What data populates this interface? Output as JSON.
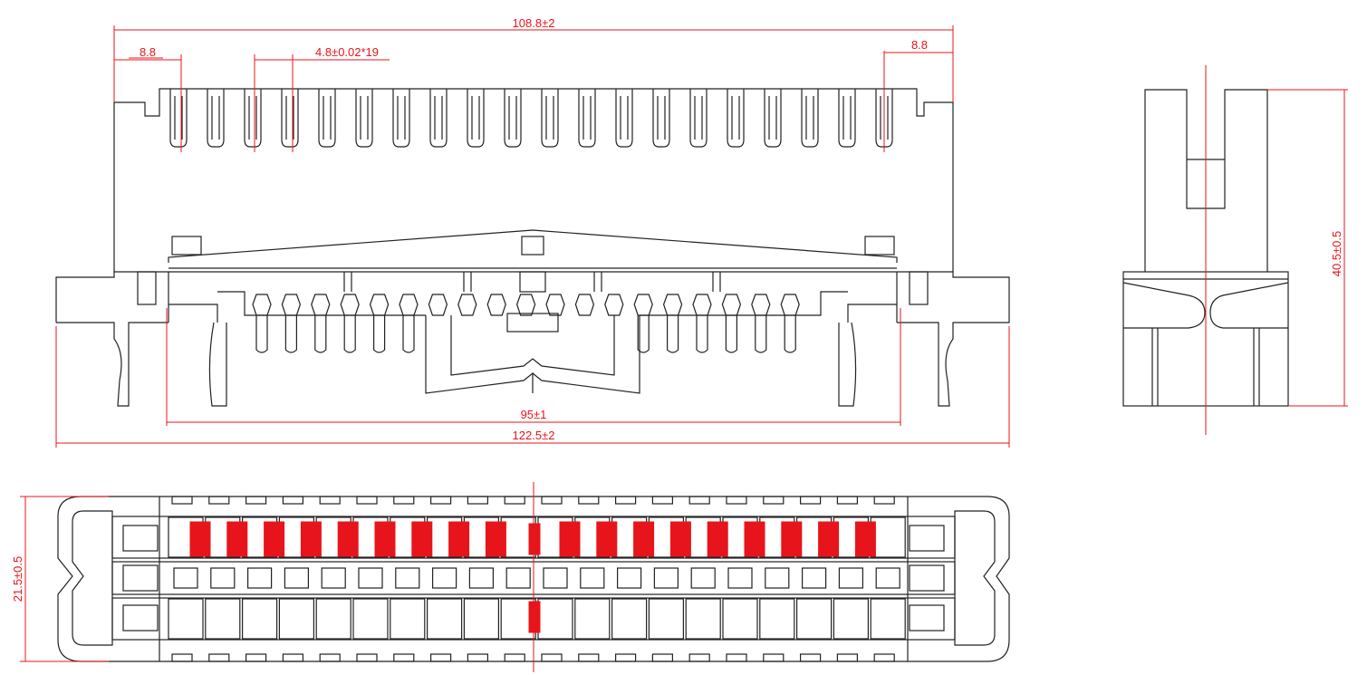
{
  "dimensions": {
    "overall_teeth_span": "108.8±2",
    "left_margin": "8.8",
    "right_margin": "8.8",
    "pitch": "4.8±0.02*19",
    "mount_span": "95±1",
    "overall_length": "122.5±2",
    "height": "40.5±0.5",
    "width": "21.5±0.5"
  },
  "colors": {
    "outline": "#222222",
    "dimension": "#e8141b",
    "contact_fill": "#e8141b"
  },
  "views": [
    "front-view",
    "side-view",
    "top-view"
  ]
}
